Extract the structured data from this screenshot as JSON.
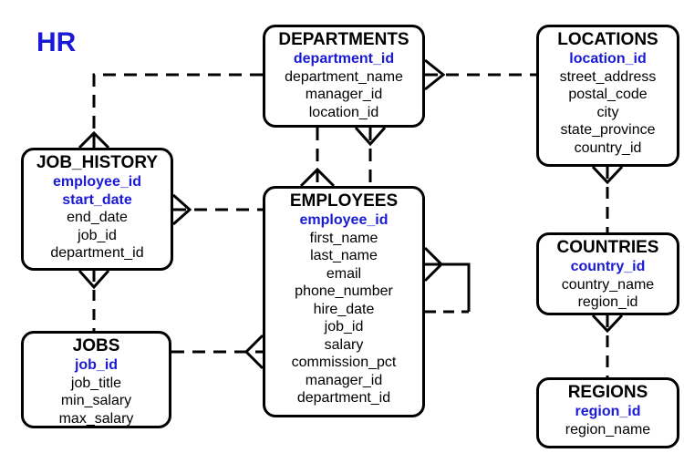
{
  "diagram": {
    "schema_title": "HR",
    "entities": {
      "departments": {
        "name": "DEPARTMENTS",
        "attributes": [
          {
            "text": "department_id",
            "pk": true
          },
          {
            "text": "department_name",
            "pk": false
          },
          {
            "text": "manager_id",
            "pk": false
          },
          {
            "text": "location_id",
            "pk": false
          }
        ]
      },
      "locations": {
        "name": "LOCATIONS",
        "attributes": [
          {
            "text": "location_id",
            "pk": true
          },
          {
            "text": "street_address",
            "pk": false
          },
          {
            "text": "postal_code",
            "pk": false
          },
          {
            "text": "city",
            "pk": false
          },
          {
            "text": "state_province",
            "pk": false
          },
          {
            "text": "country_id",
            "pk": false
          }
        ]
      },
      "job_history": {
        "name": "JOB_HISTORY",
        "attributes": [
          {
            "text": "employee_id",
            "pk": true
          },
          {
            "text": "start_date",
            "pk": true
          },
          {
            "text": "end_date",
            "pk": false
          },
          {
            "text": "job_id",
            "pk": false
          },
          {
            "text": "department_id",
            "pk": false
          }
        ]
      },
      "employees": {
        "name": "EMPLOYEES",
        "attributes": [
          {
            "text": "employee_id",
            "pk": true
          },
          {
            "text": "first_name",
            "pk": false
          },
          {
            "text": "last_name",
            "pk": false
          },
          {
            "text": "email",
            "pk": false
          },
          {
            "text": "phone_number",
            "pk": false
          },
          {
            "text": "hire_date",
            "pk": false
          },
          {
            "text": "job_id",
            "pk": false
          },
          {
            "text": "salary",
            "pk": false
          },
          {
            "text": "commission_pct",
            "pk": false
          },
          {
            "text": "manager_id",
            "pk": false
          },
          {
            "text": "department_id",
            "pk": false
          }
        ]
      },
      "countries": {
        "name": "COUNTRIES",
        "attributes": [
          {
            "text": "country_id",
            "pk": true
          },
          {
            "text": "country_name",
            "pk": false
          },
          {
            "text": "region_id",
            "pk": false
          }
        ]
      },
      "jobs": {
        "name": "JOBS",
        "attributes": [
          {
            "text": "job_id",
            "pk": true
          },
          {
            "text": "job_title",
            "pk": false
          },
          {
            "text": "min_salary",
            "pk": false
          },
          {
            "text": "max_salary",
            "pk": false
          }
        ]
      },
      "regions": {
        "name": "REGIONS",
        "attributes": [
          {
            "text": "region_id",
            "pk": true
          },
          {
            "text": "region_name",
            "pk": false
          }
        ]
      }
    },
    "colors": {
      "key_attribute": "#1a1ad6",
      "line": "#000000",
      "background": "#ffffff"
    }
  }
}
